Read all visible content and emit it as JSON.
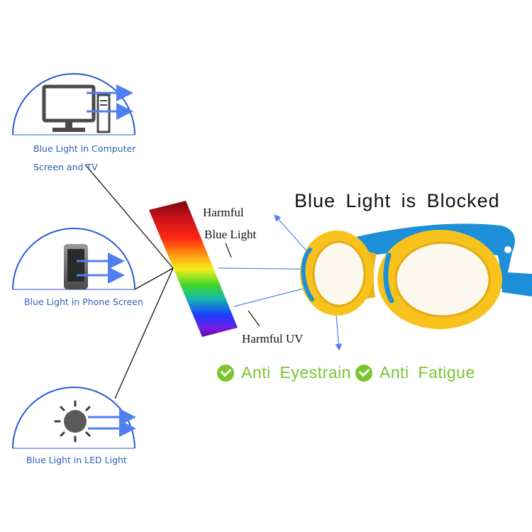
{
  "sources": {
    "computer": {
      "line1": "Blue Light in Computer",
      "line2": "Screen and TV"
    },
    "phone": {
      "label": "Blue Light in Phone Screen"
    },
    "led": {
      "label": "Blue Light in LED Light"
    }
  },
  "spectrum": {
    "harmful_blue_line1": "Harmful",
    "harmful_blue_line2": "Blue Light",
    "harmful_uv": "Harmful UV"
  },
  "headline": "Blue Light is Blocked",
  "benefits": [
    {
      "label": "Anti Eyestrain"
    },
    {
      "label": "Anti Fatigue"
    }
  ],
  "colors": {
    "arc_blue": "#2a58d6",
    "arrow_blue": "#4f7ff0",
    "label_blue": "#2d5fb8",
    "frame_yellow": "#f7c21c",
    "temple_blue": "#1d8fd8",
    "benefit_green": "#7ac52f"
  },
  "icons": [
    "computer-icon",
    "phone-icon",
    "sun-icon",
    "check-icon"
  ]
}
